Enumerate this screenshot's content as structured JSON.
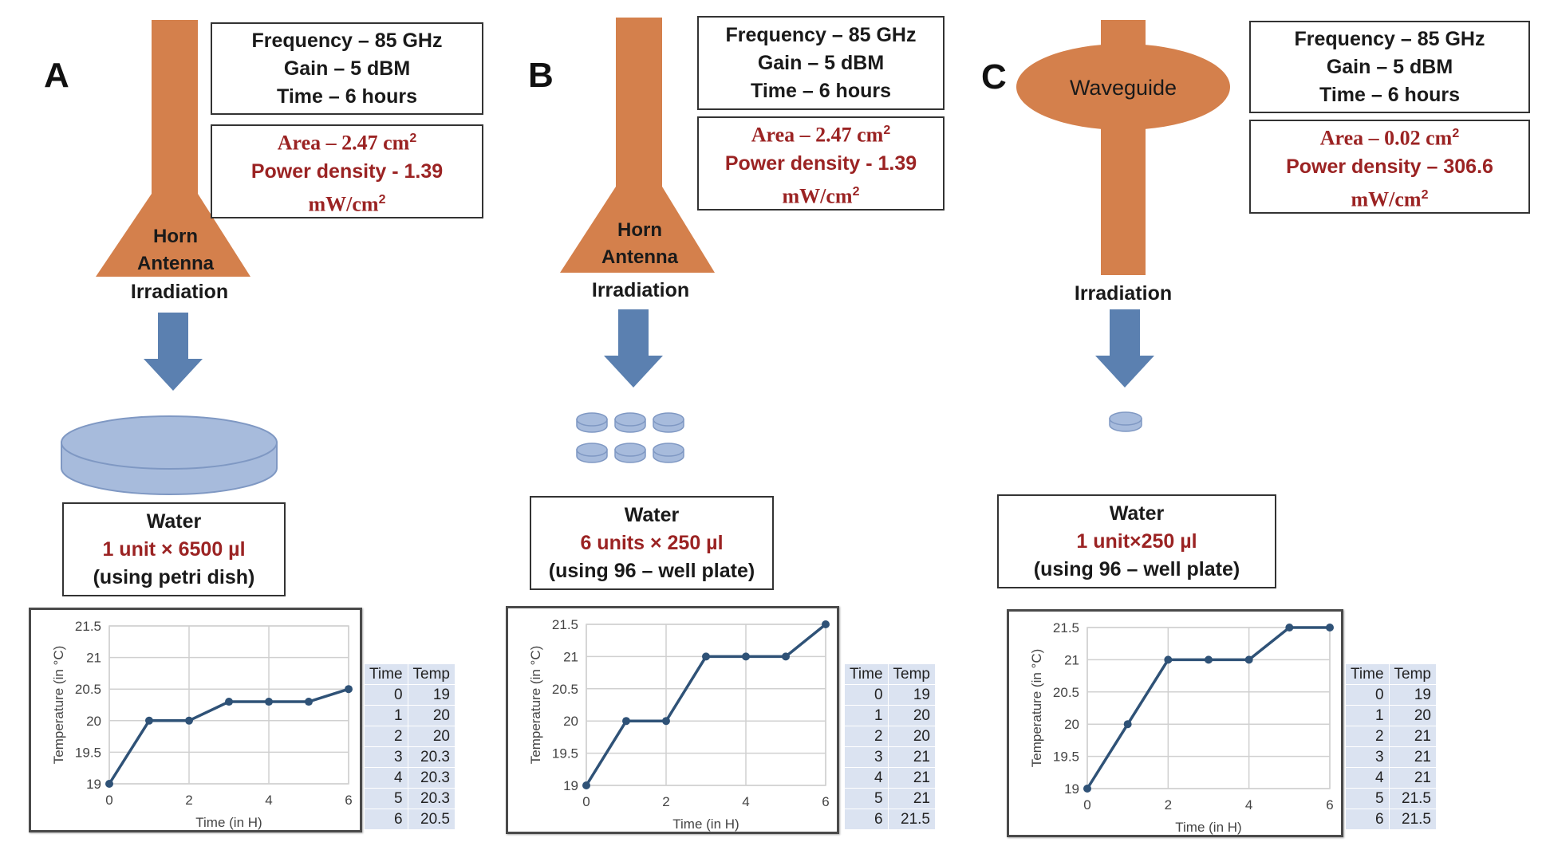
{
  "panels": [
    {
      "letter": "A",
      "source_kind": "horn",
      "source": {
        "line1": "Horn",
        "line2": "Antenna"
      },
      "params": {
        "frequency": "Frequency – 85 GHz",
        "gain": "Gain – 5 dBM",
        "time": "Time – 6 hours"
      },
      "power": {
        "area": "Area – 2.47 cm",
        "area_sup": "2",
        "density": "Power density - 1.39",
        "density_unit": "mW/cm",
        "density_sup": "2"
      },
      "irradiation": "Irradiation",
      "sample_kind": "petri",
      "sample": {
        "title": "Water",
        "amount": "1 unit × 6500 µl",
        "note": "(using petri dish)"
      },
      "table": {
        "headers": [
          "Time",
          "Temp"
        ],
        "rows": [
          [
            "0",
            "19"
          ],
          [
            "1",
            "20"
          ],
          [
            "2",
            "20"
          ],
          [
            "3",
            "20.3"
          ],
          [
            "4",
            "20.3"
          ],
          [
            "5",
            "20.3"
          ],
          [
            "6",
            "20.5"
          ]
        ]
      }
    },
    {
      "letter": "B",
      "source_kind": "horn",
      "source": {
        "line1": "Horn",
        "line2": "Antenna"
      },
      "params": {
        "frequency": "Frequency – 85 GHz",
        "gain": "Gain – 5 dBM",
        "time": "Time – 6 hours"
      },
      "power": {
        "area": "Area – 2.47 cm",
        "area_sup": "2",
        "density": "Power density - 1.39",
        "density_unit": "mW/cm",
        "density_sup": "2"
      },
      "irradiation": "Irradiation",
      "sample_kind": "six-wells",
      "sample": {
        "title": "Water",
        "amount": "6 units × 250 µl",
        "note": "(using 96 – well plate)"
      },
      "table": {
        "headers": [
          "Time",
          "Temp"
        ],
        "rows": [
          [
            "0",
            "19"
          ],
          [
            "1",
            "20"
          ],
          [
            "2",
            "20"
          ],
          [
            "3",
            "21"
          ],
          [
            "4",
            "21"
          ],
          [
            "5",
            "21"
          ],
          [
            "6",
            "21.5"
          ]
        ]
      }
    },
    {
      "letter": "C",
      "source_kind": "waveguide",
      "source": {
        "line1": "Waveguide",
        "line2": ""
      },
      "params": {
        "frequency": "Frequency – 85 GHz",
        "gain": "Gain – 5 dBM",
        "time": "Time – 6 hours"
      },
      "power": {
        "area": "Area – 0.02 cm",
        "area_sup": "2",
        "density": "Power density – 306.6",
        "density_unit": "mW/cm",
        "density_sup": "2"
      },
      "irradiation": "Irradiation",
      "sample_kind": "one-well",
      "sample": {
        "title": "Water",
        "amount": "1 unit×250 µl",
        "note": "(using 96 – well plate)"
      },
      "table": {
        "headers": [
          "Time",
          "Temp"
        ],
        "rows": [
          [
            "0",
            "19"
          ],
          [
            "1",
            "20"
          ],
          [
            "2",
            "21"
          ],
          [
            "3",
            "21"
          ],
          [
            "4",
            "21"
          ],
          [
            "5",
            "21.5"
          ],
          [
            "6",
            "21.5"
          ]
        ]
      }
    }
  ],
  "colors": {
    "antenna": "#d4804c",
    "arrow": "#5b80b0",
    "dish": "#a7bbdc",
    "dish_edge": "#7f98c3",
    "series": "#2f5277",
    "grid": "#d0d0d0",
    "red_text": "#9b2323",
    "table_fill": "#dbe3f1"
  },
  "chart_data": [
    {
      "type": "line",
      "x": [
        0,
        1,
        2,
        3,
        4,
        5,
        6
      ],
      "series": [
        {
          "values": [
            19,
            20,
            20,
            20.3,
            20.3,
            20.3,
            20.5
          ]
        }
      ],
      "xlabel": "Time (in H)",
      "ylabel": "Temperature (in °C)",
      "xlim": [
        0,
        6
      ],
      "ylim": [
        19,
        21.5
      ],
      "xticks": [
        "0",
        "2",
        "4",
        "6"
      ],
      "yticks": [
        "19",
        "19.5",
        "20",
        "20.5",
        "21",
        "21.5"
      ],
      "grid": true
    },
    {
      "type": "line",
      "x": [
        0,
        1,
        2,
        3,
        4,
        5,
        6
      ],
      "series": [
        {
          "values": [
            19,
            20,
            20,
            21,
            21,
            21,
            21.5
          ]
        }
      ],
      "xlabel": "Time (in H)",
      "ylabel": "Temperature (in °C)",
      "xlim": [
        0,
        6
      ],
      "ylim": [
        19,
        21.5
      ],
      "xticks": [
        "0",
        "2",
        "4",
        "6"
      ],
      "yticks": [
        "19",
        "19.5",
        "20",
        "20.5",
        "21",
        "21.5"
      ],
      "grid": true
    },
    {
      "type": "line",
      "x": [
        0,
        1,
        2,
        3,
        4,
        5,
        6
      ],
      "series": [
        {
          "values": [
            19,
            20,
            21,
            21,
            21,
            21.5,
            21.5
          ]
        }
      ],
      "xlabel": "Time (in H)",
      "ylabel": "Temperature (in °C)",
      "xlim": [
        0,
        6
      ],
      "ylim": [
        19,
        21.5
      ],
      "xticks": [
        "0",
        "2",
        "4",
        "6"
      ],
      "yticks": [
        "19",
        "19.5",
        "20",
        "20.5",
        "21",
        "21.5"
      ],
      "grid": true
    }
  ]
}
